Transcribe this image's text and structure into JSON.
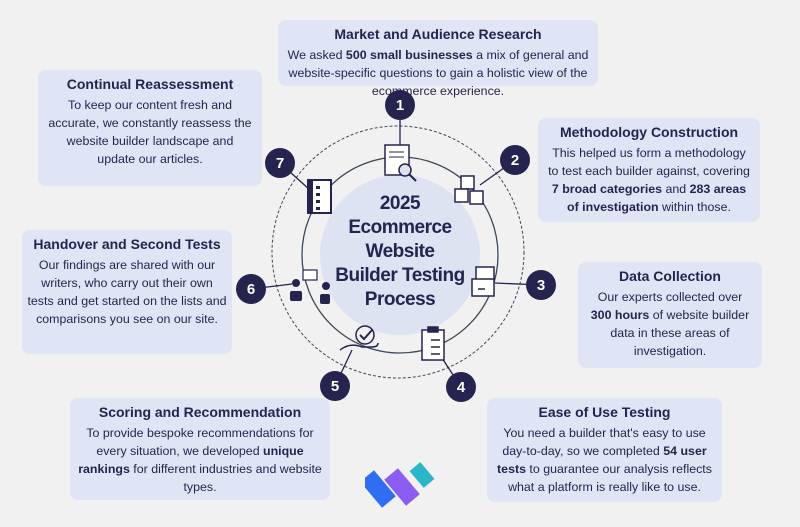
{
  "center_title": [
    "2025",
    "Ecommerce",
    "Website",
    "Builder Testing",
    "Process"
  ],
  "steps": [
    {
      "number": "1",
      "title": "Market and Audience Research",
      "body": [
        "We asked ",
        "500 small businesses",
        " a mix of general and website-specific questions to gain a holistic view of the ecommerce experience."
      ]
    },
    {
      "number": "2",
      "title": "Methodology Construction",
      "body": [
        "This helped us form a methodology to test each builder against, covering ",
        "7 broad categories",
        " and ",
        "283 areas of investigation",
        " within those."
      ]
    },
    {
      "number": "3",
      "title": "Data Collection",
      "body": [
        "Our experts collected over ",
        "300 hours",
        " of website builder data in these areas of investigation."
      ]
    },
    {
      "number": "4",
      "title": "Ease of Use Testing",
      "body": [
        "You need a builder that's easy to use day-to-day, so we completed ",
        "54 user tests",
        " to guarantee our analysis reflects what a platform is really like to use."
      ]
    },
    {
      "number": "5",
      "title": "Scoring and Recommendation",
      "body": [
        "To provide bespoke recommendations for every situation, we developed ",
        "unique rankings",
        " for different industries and website types."
      ]
    },
    {
      "number": "6",
      "title": "Handover and Second Tests",
      "body": [
        "Our findings are shared with our writers, who carry out their own tests and get started on the lists and comparisons you see on our site."
      ]
    },
    {
      "number": "7",
      "title": "Continual Reassessment",
      "body": [
        "To keep our content fresh and accurate, we constantly reassess the website builder landscape and update our articles."
      ]
    }
  ],
  "colors": {
    "navy": "#25244f",
    "box": "#dfe5f5",
    "logo_blue": "#2f6ef0",
    "logo_purple": "#8b5cf0",
    "logo_teal": "#2bb5c9"
  }
}
